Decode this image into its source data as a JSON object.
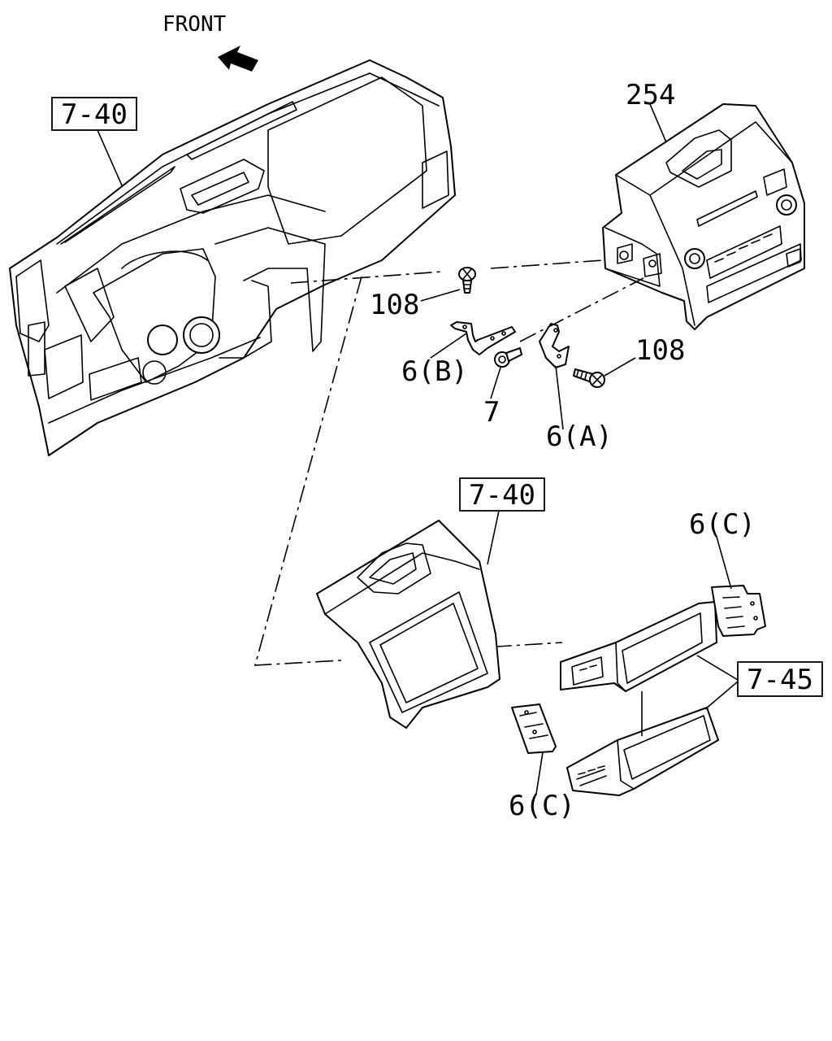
{
  "diagram": {
    "front_label": "FRONT",
    "callouts": {
      "ref_dash_top": "7-40",
      "ref_bezel": "7-40",
      "ref_pocket": "7-45",
      "part_audio": "254",
      "screw_top": "108",
      "screw_right": "108",
      "bracket_b": "6(B)",
      "bolt": "7",
      "bracket_a": "6(A)",
      "bracket_c_top": "6(C)",
      "bracket_c_bottom": "6(C)"
    }
  }
}
